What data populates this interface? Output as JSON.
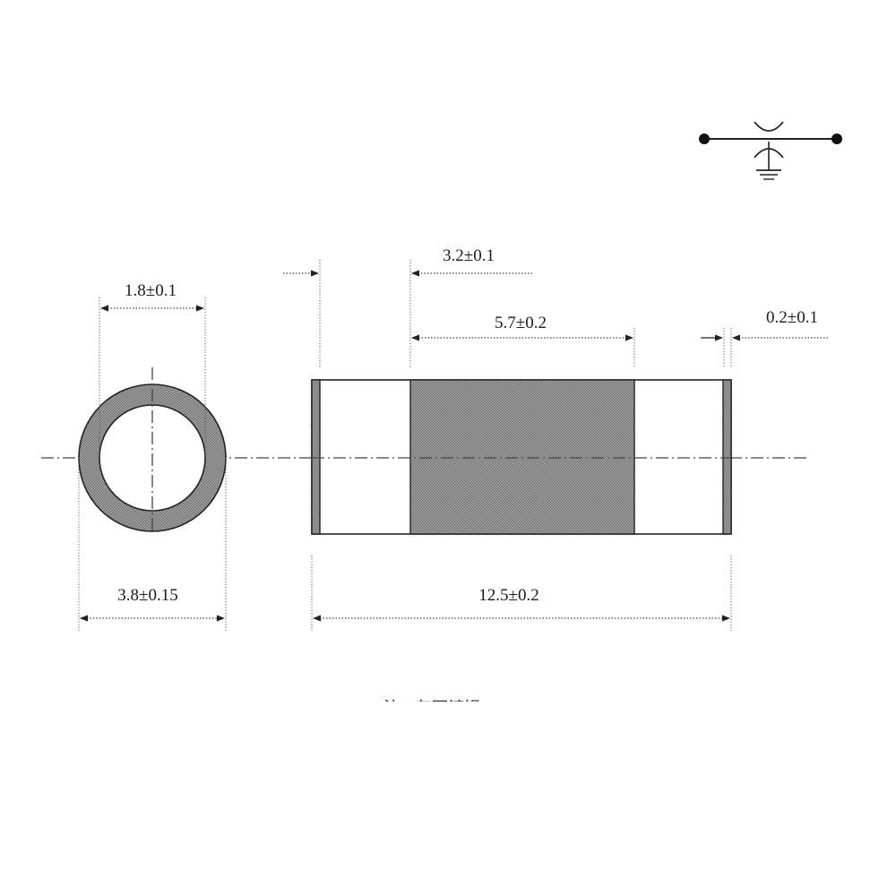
{
  "dimensions": {
    "inner_diameter": "1.8±0.1",
    "outer_diameter": "3.8±0.15",
    "cap_length": "3.2±0.1",
    "band_length": "5.7±0.2",
    "end_gap": "0.2±0.1",
    "total_length": "12.5±0.2"
  },
  "caption": "注：灰面镀银",
  "colors": {
    "hatch_fill": "#8c8c8c",
    "line": "#222222",
    "background": "#ffffff"
  },
  "symbol": "surge-arrester-symbol"
}
